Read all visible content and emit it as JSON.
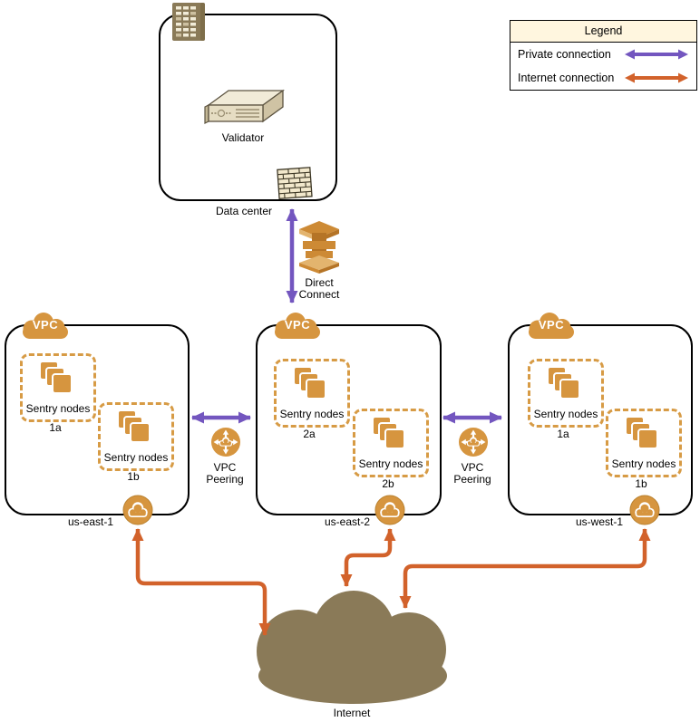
{
  "colors": {
    "private_connection": "#7356BF",
    "internet_connection": "#D2622B",
    "aws_orange": "#D6953F",
    "taupe_brown": "#8A7A58",
    "legend_header_bg": "#FFF6DF"
  },
  "legend": {
    "title": "Legend",
    "items": [
      {
        "label": "Private connection",
        "type": "private"
      },
      {
        "label": "Internet connection",
        "type": "internet"
      }
    ]
  },
  "data_center": {
    "label": "Data center",
    "validator_label": "Validator"
  },
  "direct_connect": {
    "line1": "Direct",
    "line2": "Connect"
  },
  "vpcs": [
    {
      "badge": "VPC",
      "name": "us-east-1",
      "subnets": [
        {
          "label": "Sentry nodes",
          "az": "1a"
        },
        {
          "label": "Sentry nodes",
          "az": "1b"
        }
      ]
    },
    {
      "badge": "VPC",
      "name": "us-east-2",
      "subnets": [
        {
          "label": "Sentry nodes",
          "az": "2a"
        },
        {
          "label": "Sentry nodes",
          "az": "2b"
        }
      ]
    },
    {
      "badge": "VPC",
      "name": "us-west-1",
      "subnets": [
        {
          "label": "Sentry nodes",
          "az": "1a"
        },
        {
          "label": "Sentry nodes",
          "az": "1b"
        }
      ]
    }
  ],
  "peering": [
    {
      "line1": "VPC",
      "line2": "Peering"
    },
    {
      "line1": "VPC",
      "line2": "Peering"
    }
  ],
  "internet": {
    "label": "Internet"
  },
  "icons": {
    "building": "office-building-icon",
    "validator": "rack-server-icon",
    "firewall": "brick-wall-firewall-icon",
    "direct_connect": "stacked-layers-3d-icon",
    "vpc": "vpc-cloud-icon",
    "sentry_nodes": "instance-stack-icon",
    "internet_gateway": "gateway-cloud-circle-icon",
    "vpc_peering": "peering-circle-arrows-icon",
    "internet": "cloud-icon"
  }
}
